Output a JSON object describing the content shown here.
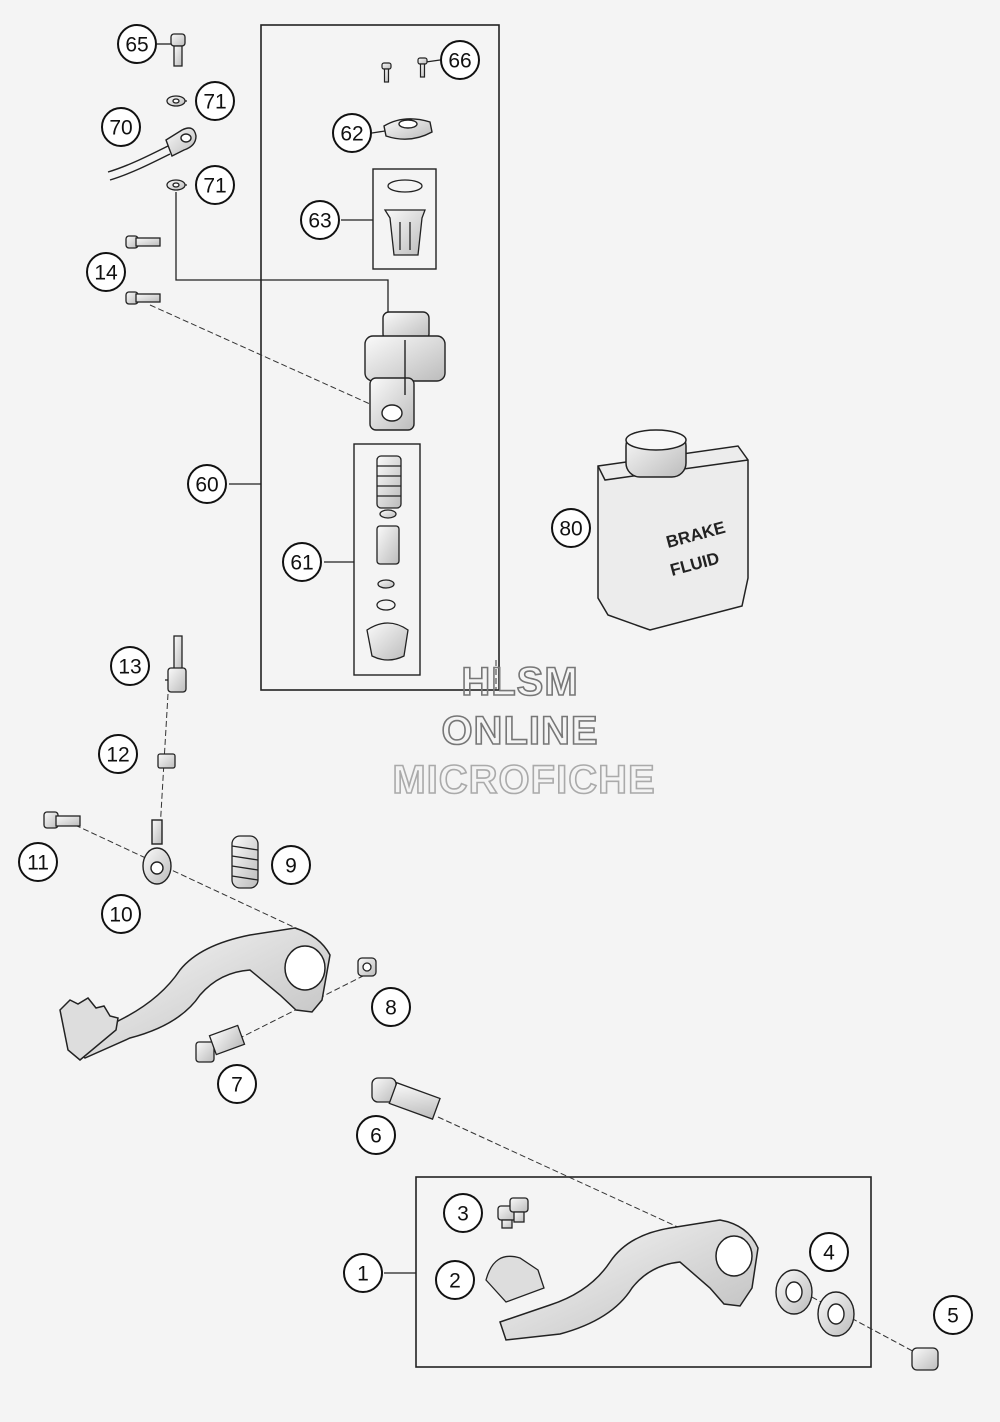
{
  "callouts": [
    "65",
    "66",
    "71",
    "70",
    "71",
    "62",
    "63",
    "14",
    "60",
    "80",
    "61",
    "13",
    "12",
    "11",
    "9",
    "10",
    "8",
    "7",
    "6",
    "3",
    "4",
    "1",
    "2",
    "5"
  ],
  "watermark": {
    "line1": "HLSM",
    "line2": "ONLINE",
    "line3": "MICROFICHE"
  },
  "brake_fluid_label": {
    "line1": "BRAKE",
    "line2": "FLUID"
  }
}
